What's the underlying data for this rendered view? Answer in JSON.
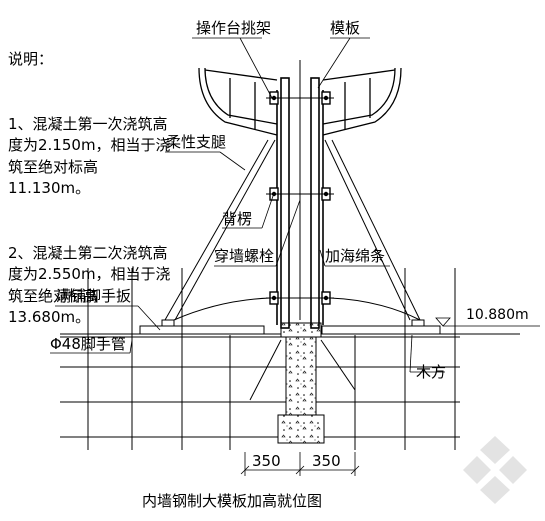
{
  "notes": {
    "heading": "说明：",
    "item1": "1、混凝土第一次浇筑高度为2.150m，相当于浇筑至绝对标高11.130m。",
    "item2": "2、混凝土第二次浇筑高度为2.550m，相当于浇筑至绝对标高13.680m。"
  },
  "labels": {
    "platform_bracket": "操作台挑架",
    "formwork": "模板",
    "flexible_leg": "柔性支腿",
    "back_purlin": "背楞",
    "through_bolt": "穿墙螺栓",
    "sponge_strip": "加海绵条",
    "scaffold_board": "满铺脚手扳",
    "scaffold_tube": "Φ48脚手管",
    "elevation": "10.880m",
    "timber": "木方"
  },
  "dimensions": {
    "left": "350",
    "right": "350"
  },
  "caption": "内墙钢制大模板加高就位图"
}
